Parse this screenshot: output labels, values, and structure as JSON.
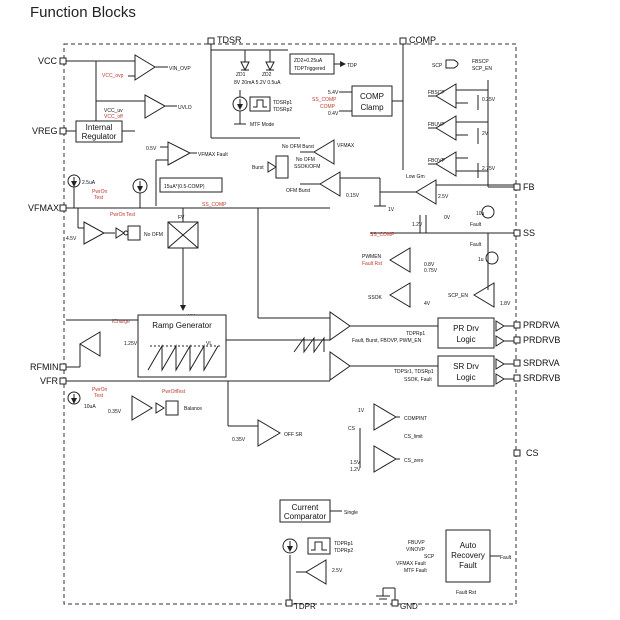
{
  "title": "Function Blocks",
  "pins": {
    "tdsr": "TDSR",
    "comp": "COMP",
    "vcc": "VCC",
    "vreg": "VREG",
    "vfmax": "VFMAX",
    "fb": "FB",
    "ss": "SS",
    "prdrva": "PRDRVA",
    "prdrvb": "PRDRVB",
    "srdrva": "SRDRVA",
    "srdrvb": "SRDRVB",
    "rfmin": "RFMIN",
    "vfr": "VFR",
    "cs": "CS",
    "tdpr": "TDPR",
    "gnd": "GND"
  },
  "blocks": {
    "internal_regulator": [
      "Internal",
      "Regulator"
    ],
    "comp_clamp": [
      "COMP",
      "Clamp"
    ],
    "ramp_generator": "Ramp Generator",
    "pr_drv_logic": [
      "PR Drv",
      "Logic"
    ],
    "sr_drv_logic": [
      "SR Drv",
      "Logic"
    ],
    "current_comparator": [
      "Current",
      "Comparator"
    ],
    "auto_recovery_fault": [
      "Auto",
      "Recovery",
      "Fault"
    ]
  },
  "labels": {
    "vin_ovp": "VIN_OVP",
    "vcc_ovp": "VCC_ovp",
    "vcc_uv": "VCC_uv",
    "vcc_off": "VCC_off",
    "uvlo": "UVLO",
    "zd1": "ZD1",
    "zd2": "ZD2",
    "tdsr_currents": "8V 20mA 5.2V 0.5uA",
    "zd2_box": [
      "ZD2+0.25uA",
      "TDPTriggered"
    ],
    "tdp": "TDP",
    "tdsrp": [
      "TDSRp1",
      "TDSRp2"
    ],
    "mtf_mode": "MTF Mode",
    "clamp_v": [
      "5.4V",
      "SS_COMP",
      "COMP",
      "0.4V"
    ],
    "scp": "SCP",
    "fbscp": [
      "FBSCP",
      "SCP_EN"
    ],
    "fbscp2": "FBSCP",
    "fbuvp": "FBUVP",
    "fbovp": "FBOVP",
    "v025": "0.25V",
    "v2": "2V",
    "v275": "2.75V",
    "v05": "0.5V",
    "vfmax_fault": "VFMAX Fault",
    "i15": "15uA",
    "vfmax_formula": "15uA*(0.5-COMP)",
    "i25": "2.5uA",
    "poweron_test": [
      "PwrOn",
      "Test"
    ],
    "v45": "4.5V",
    "no_ofm": "No OFM",
    "fv": "FV",
    "no_ofm_burst": "No OFM Burst",
    "vfmax_cmp": "VFMAX",
    "burst": "Burst",
    "no_ofm2": "No OFM",
    "ssok_ofm": "SSOK/OFM",
    "ofm_burst": "OFM Burst",
    "v015": "0.15V",
    "low_gm": "Low Gm",
    "v25": "2.5V",
    "v12": "1.2V",
    "v0": "0V",
    "v1": "1V",
    "i10": "10u",
    "fault": "Fault",
    "fault2": "Fault",
    "i1u": "1u",
    "ss_comp": "SS_COMP",
    "pwmen": [
      "PWMEN",
      "Fault Rst"
    ],
    "v08_07": [
      "0.8V",
      "0.75V"
    ],
    "v4": "4V",
    "v18": "1.8V",
    "ssok": "SSOK",
    "scp_en": "SCP_EN",
    "vh": "VH",
    "vl": "VL",
    "icharge": "ICharge",
    "v125": "1.25V",
    "tdprp1": "TDPRp1",
    "pr_inputs": "Fault, Burst, FBOVP, PWM_EN",
    "tdpsr": "TDPSr1, TDSRp1",
    "ssok_fault": "SSOK, Fault",
    "i10ua": "10uA",
    "v035": "0.35V",
    "poweron_test2": [
      "PwrOn",
      "Test"
    ],
    "balance": "Balance",
    "v035b": "0.35V",
    "off_sr": "OFF SR",
    "v1b": "1V",
    "cs_lbl": "CS",
    "compint": "COMPINT",
    "cs_limit": "CS_limit",
    "v15_12": [
      "1.5V",
      "1.2V"
    ],
    "cs_zero": "CS_zero",
    "single": "Single",
    "tdprp": [
      "TDPRp1",
      "TDPRp2"
    ],
    "v25b": "2.5V",
    "arf_inputs": [
      "FBUVP",
      "VINOVP",
      "SCP",
      "VFMAX Fault",
      "MTF Fault"
    ],
    "fault_out": "Fault",
    "fault_rst": "Fault Rst"
  }
}
